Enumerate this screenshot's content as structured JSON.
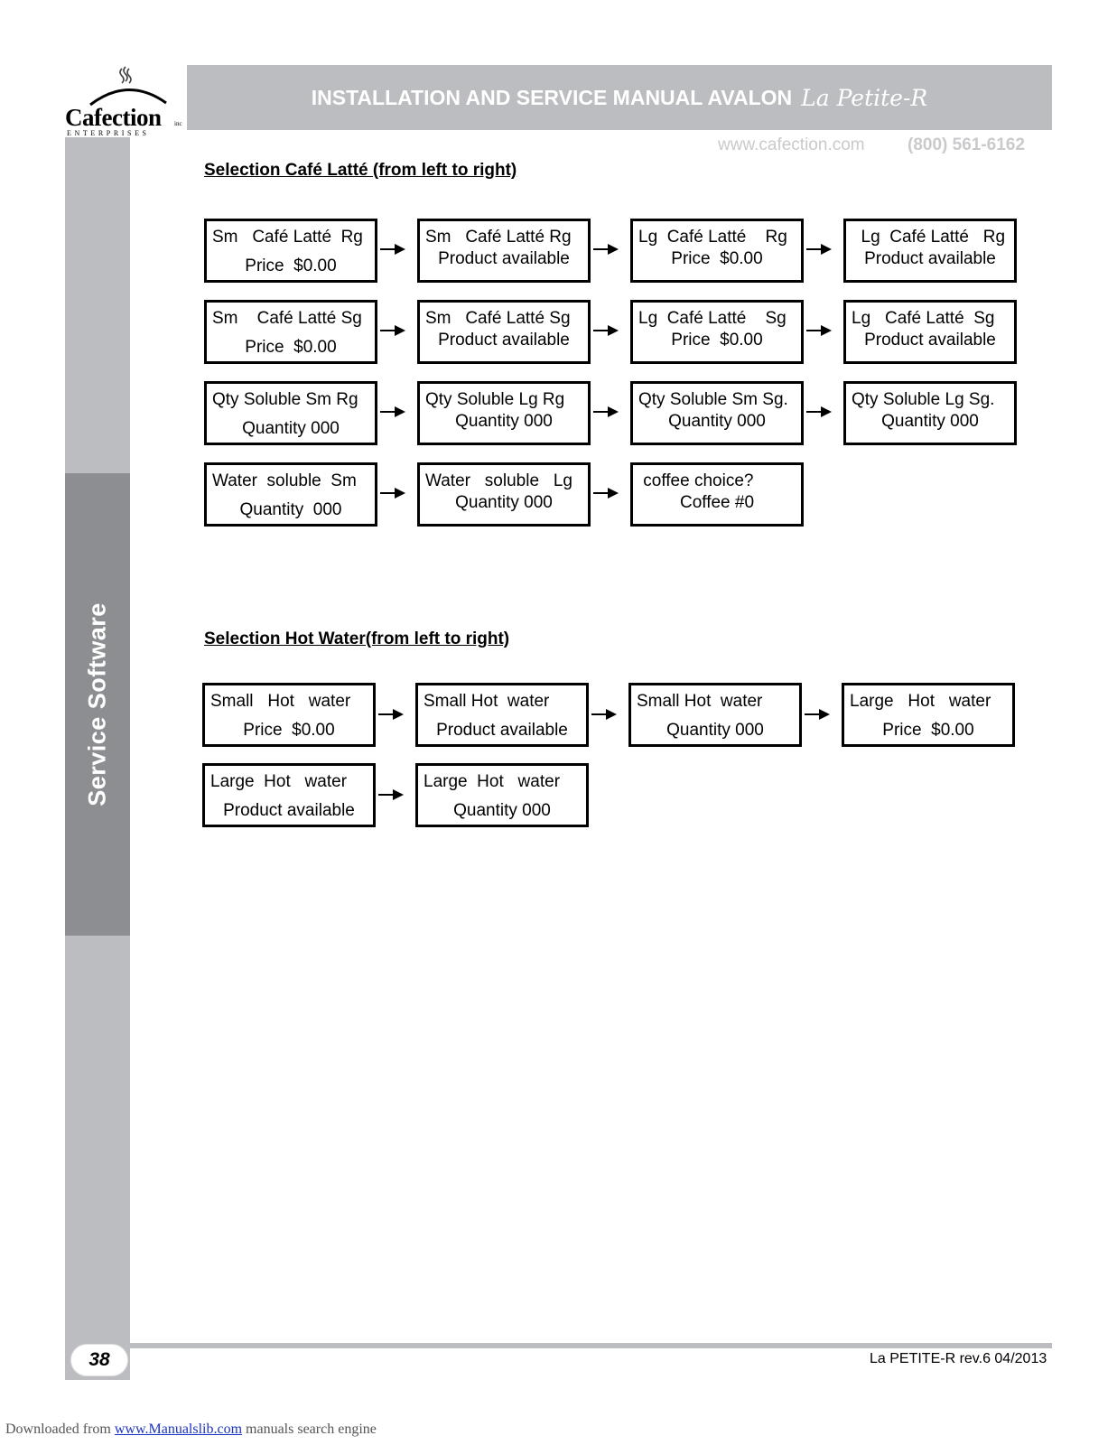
{
  "header": {
    "title": "INSTALLATION AND SERVICE MANUAL AVALON",
    "script_title": "La Petite-R",
    "website": "www.cafection.com",
    "phone": "(800) 561-6162"
  },
  "logo": {
    "name": "Cafection",
    "inc": "inc",
    "subtitle": "ENTERPRISES"
  },
  "sidebar": {
    "label": "Service Software"
  },
  "sections": [
    {
      "title": "Selection Café Latté (from left to right)",
      "rows": [
        [
          {
            "l1": "Sm   Café Latté  Rg",
            "l2": "Price  $0.00"
          },
          {
            "l1": "Sm   Café Latté Rg",
            "l2": "Product available"
          },
          {
            "l1": "Lg  Café Latté    Rg",
            "l2": "Price  $0.00"
          },
          {
            "l1": "  Lg  Café Latté   Rg",
            "l2": "Product available"
          }
        ],
        [
          {
            "l1": "Sm    Café Latté Sg",
            "l2": "Price  $0.00"
          },
          {
            "l1": "Sm   Café Latté Sg",
            "l2": "Product available"
          },
          {
            "l1": "Lg  Café Latté    Sg",
            "l2": "Price  $0.00"
          },
          {
            "l1": "Lg   Café Latté  Sg",
            "l2": "Product available"
          }
        ],
        [
          {
            "l1": "Qty Soluble Sm Rg",
            "l2": "Quantity 000"
          },
          {
            "l1": "Qty Soluble Lg Rg",
            "l2": "Quantity 000"
          },
          {
            "l1": "Qty Soluble Sm Sg.",
            "l2": "Quantity 000"
          },
          {
            "l1": "Qty Soluble Lg Sg.",
            "l2": "Quantity 000"
          }
        ],
        [
          {
            "l1": "Water  soluble  Sm",
            "l2": "Quantity  000"
          },
          {
            "l1": "Water   soluble   Lg",
            "l2": "Quantity 000"
          },
          {
            "l1": " coffee choice?",
            "l2": "Coffee #0"
          }
        ]
      ]
    },
    {
      "title": "Selection Hot Water(from left to right)",
      "rows": [
        [
          {
            "l1": "Small   Hot   water",
            "l2": "Price  $0.00"
          },
          {
            "l1": "Small Hot  water",
            "l2": "Product available"
          },
          {
            "l1": "Small Hot  water",
            "l2": "Quantity 000"
          },
          {
            "l1": "Large   Hot   water",
            "l2": "Price  $0.00"
          }
        ],
        [
          {
            "l1": "Large  Hot   water",
            "l2": "Product available"
          },
          {
            "l1": "Large  Hot   water",
            "l2": "Quantity 000"
          }
        ]
      ]
    }
  ],
  "footer": {
    "page": "38",
    "revision": "La PETITE-R rev.6 04/2013"
  },
  "download": {
    "prefix": "Downloaded from ",
    "link": "www.Manualslib.com",
    "suffix": " manuals search engine"
  }
}
